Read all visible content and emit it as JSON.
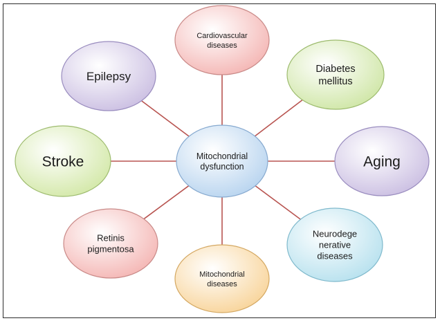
{
  "diagram": {
    "center": {
      "lines": [
        "Mitochondrial",
        "dysfunction"
      ]
    },
    "nodes": [
      {
        "id": "cardiovascular",
        "lines": [
          "Cardiovascular",
          "diseases"
        ],
        "fill_inner": "#ffffff",
        "fill_outer": "#f4b6b4",
        "stroke": "#c98a88"
      },
      {
        "id": "diabetes",
        "lines": [
          "Diabetes",
          "mellitus"
        ],
        "fill_inner": "#ffffff",
        "fill_outer": "#cfe6a6",
        "stroke": "#9dbb6e"
      },
      {
        "id": "aging",
        "lines": [
          "Aging"
        ],
        "fill_inner": "#ffffff",
        "fill_outer": "#cbbfe2",
        "stroke": "#9a8dbf"
      },
      {
        "id": "neurodegenerative",
        "lines": [
          "Neurodege",
          "nerative",
          "diseases"
        ],
        "fill_inner": "#ffffff",
        "fill_outer": "#b7e1ee",
        "stroke": "#7fb9cc"
      },
      {
        "id": "mitochondrial-diseases",
        "lines": [
          "Mitochondrial",
          "diseases"
        ],
        "fill_inner": "#ffffff",
        "fill_outer": "#f8d49a",
        "stroke": "#d4a862"
      },
      {
        "id": "retinis",
        "lines": [
          "Retinis",
          "pigmentosa"
        ],
        "fill_inner": "#ffffff",
        "fill_outer": "#f4b6b4",
        "stroke": "#c98a88"
      },
      {
        "id": "stroke",
        "lines": [
          "Stroke"
        ],
        "fill_inner": "#ffffff",
        "fill_outer": "#d3e8a8",
        "stroke": "#9dbb6e"
      },
      {
        "id": "epilepsy",
        "lines": [
          "Epilepsy"
        ],
        "fill_inner": "#ffffff",
        "fill_outer": "#cbbfe2",
        "stroke": "#9a8dbf"
      }
    ],
    "center_colors": {
      "fill_inner": "#ffffff",
      "fill_outer": "#b8d4ef",
      "stroke": "#86a9cf"
    },
    "connector_color": "#b85450"
  }
}
